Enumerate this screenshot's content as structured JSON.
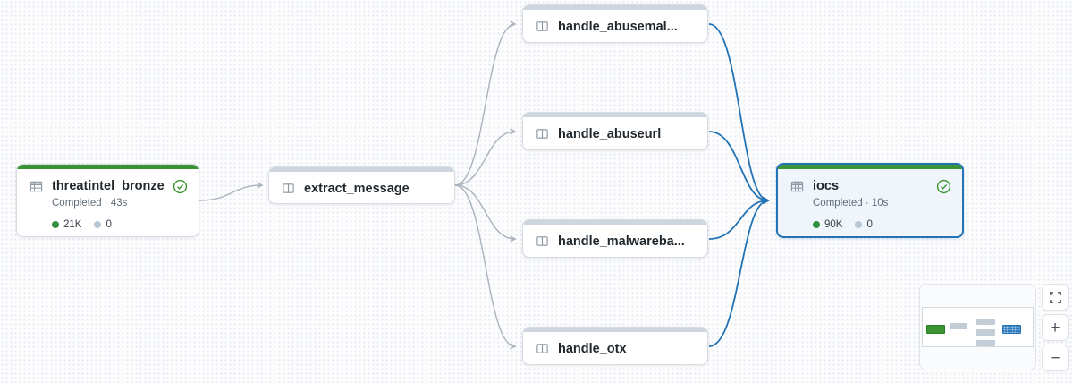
{
  "diagram": {
    "nodes": [
      {
        "id": "threatintel_bronze",
        "label": "threatintel_bronze",
        "type": "table",
        "icon": "table-icon",
        "status": "Completed · 43s",
        "status_icon": "check-circle-icon",
        "written_count": "21K",
        "dropped_count": "0",
        "selected": false
      },
      {
        "id": "extract_message",
        "label": "extract_message",
        "type": "view",
        "icon": "view-icon",
        "selected": false
      },
      {
        "id": "handle_abusemalware",
        "label": "handle_abusemal...",
        "type": "view",
        "icon": "view-icon",
        "selected": false
      },
      {
        "id": "handle_abuseurl",
        "label": "handle_abuseurl",
        "type": "view",
        "icon": "view-icon",
        "selected": false
      },
      {
        "id": "handle_malwarebazaar",
        "label": "handle_malwareba...",
        "type": "view",
        "icon": "view-icon",
        "selected": false
      },
      {
        "id": "handle_otx",
        "label": "handle_otx",
        "type": "view",
        "icon": "view-icon",
        "selected": false
      },
      {
        "id": "iocs",
        "label": "iocs",
        "type": "table",
        "icon": "table-icon",
        "status": "Completed · 10s",
        "status_icon": "check-circle-icon",
        "written_count": "90K",
        "dropped_count": "0",
        "selected": true
      }
    ],
    "edges": [
      {
        "from": "threatintel_bronze",
        "to": "extract_message",
        "state": "default"
      },
      {
        "from": "extract_message",
        "to": "handle_abusemalware",
        "state": "default"
      },
      {
        "from": "extract_message",
        "to": "handle_abuseurl",
        "state": "default"
      },
      {
        "from": "extract_message",
        "to": "handle_malwarebazaar",
        "state": "default"
      },
      {
        "from": "extract_message",
        "to": "handle_otx",
        "state": "default"
      },
      {
        "from": "handle_abusemalware",
        "to": "iocs",
        "state": "highlighted"
      },
      {
        "from": "handle_abuseurl",
        "to": "iocs",
        "state": "highlighted"
      },
      {
        "from": "handle_malwarebazaar",
        "to": "iocs",
        "state": "highlighted"
      },
      {
        "from": "handle_otx",
        "to": "iocs",
        "state": "highlighted"
      }
    ]
  },
  "minimap": {
    "nodes": [
      "threatintel_bronze",
      "extract_message",
      "handle-group",
      "iocs-selected"
    ]
  },
  "controls": {
    "fit_view_icon": "fullscreen-icon",
    "zoom_in_label": "+",
    "zoom_out_label": "−"
  },
  "colors": {
    "success_green": "#3a9431",
    "selected_blue": "#2272b4",
    "edge_gray": "#aab2bd",
    "strip_gray": "#cdd6de",
    "count_dot_gray": "#b7c6d5"
  }
}
